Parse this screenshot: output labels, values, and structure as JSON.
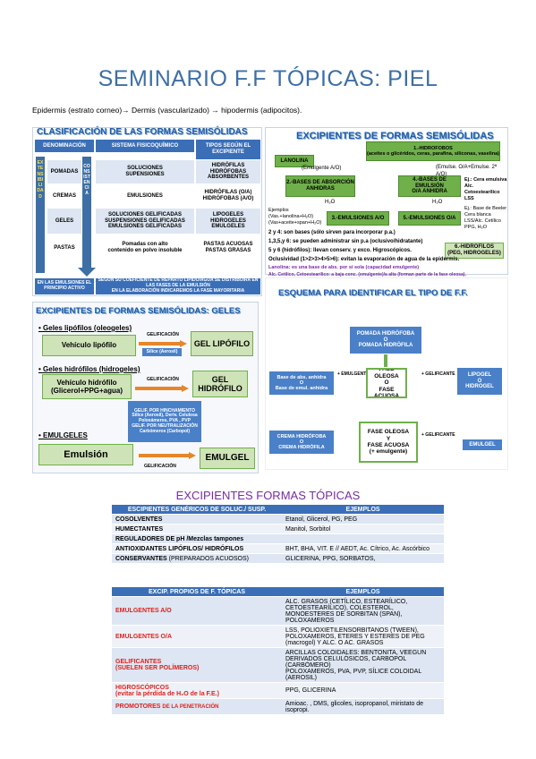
{
  "title": "SEMINARIO F.F TÓPICAS: PIEL",
  "intro": "Epidermis (estrato corneo)→ Dermis (vascularizado) → hipodermis (adipocitos).",
  "p1": {
    "title": "CLASIFICACIÓN DE LAS FORMAS SEMISÓLIDAS",
    "h_denominacion": "DENOMINACIÓN",
    "h_sistema": "SISTEMA FISICOQUÍMICO",
    "h_tipos": "TIPOS SEGÚN EL EXCIPIENTE",
    "extensibilidad": "EXTENSIBILIDAD",
    "consistencia": "CONSISTENCIA",
    "rows": [
      {
        "den": "POMADAS",
        "sis": "SOLUCIONES\nSUPENSIONES",
        "tip": "HIDRÓFILAS\nHIDRÓFOBAS\nABSORBENTES"
      },
      {
        "den": "CREMAS",
        "sis": "EMULSIONES",
        "tip": "HIDRÓFILAS (O/A)\nHIDRÓFOBAS (A/O)"
      },
      {
        "den": "GELES",
        "sis": "SOLUCIONES GELIFICADAS\nSUSPENSIONES GELIFICADAS\nEMULSIONES GELIFICADAS",
        "tip": "LIPOGELES\nHIDROGELES\nEMULGELES"
      },
      {
        "den": "PASTAS",
        "sis": "Pomadas con alto\ncontenido en polvo insoluble",
        "tip": "PASTAS ACUOSAS\nPASTAS GRASAS"
      }
    ],
    "foot1": "EN LAS EMULSIONES EL PRINCIPIO ACTIVO",
    "foot2": "SEGÚN SU COEFICIENTE DE REPARTO LÍPIDO/AGUA SE DISTRIBUIRÁ EN LAS FASES DE LA EMULSIÓN\nEN LA ELABORACIÓN INDICAREMOS LA FASE MAYORITARIA"
  },
  "p2": {
    "title": "EXCIPIENTES DE FORMAS SEMISÓLIDAS",
    "b1": "1.-HIDROFOBOS\n(aceites o glicéridos, ceras, parafina, siliconas, vaselina)",
    "lanolina": "LANOLINA",
    "emulgente": "(Emulgente A/O)",
    "emulse": "(Emulse. O/A+Emulse. 2ª A/O)",
    "b2": "2.-BASES DE ABSORCIÓN\nANHIDRAS",
    "b4": "4.-BASES DE EMULSIÓN\nO/A ANHIDRA",
    "ej1": "Ej.: Cera emulsiva\nAlc. Cetoestearílico\nLSS",
    "h2o1": "H₂O",
    "h2o2": "H₂O",
    "ejemplos": "Ejemplos\n(Vas.+lanolina+H₂O)\n(Vas+aceite+span+H₂O)",
    "b3": "3.-EMULSIONES A/O",
    "b5": "5.-EMULSIONES O/A",
    "ej2": "Ej.: Base de Beeler\nCera blanca\nLSS/Alc. Cetílico\nPPG, H₂O",
    "b6": "6.-HIDROFILOS\n(PEG, HIDROGELES)",
    "n1": "2 y 4: son bases (sólo sirven para incorporar p.a.)",
    "n2": "1,3,5,y 6: se pueden administrar sin p.a (oclusivo/hidratante)",
    "n3": "5 y 6 (hidrófilos): llevan conserv. y exco. Higroscópicos.",
    "n4": "Oclusividad (1>2>3>4>5>6): evitan la evaporación de agua de la epidermis.",
    "n5": "Lanolina: es una base de abs. por sí sola (capacidad emulgente)",
    "n6": "Alc. Cetílico, Cetoestearílico: a baja conc. (emulgente)/a alta (forman parte de la fase oleosa)."
  },
  "p3": {
    "title": "EXCIPIENTES DE FORMAS SEMISÓLIDAS: GELES",
    "s1": "• Geles lipófilos (oleogeles)",
    "veh1": "Vehículo lipófilo",
    "gel1": "GELIFICACIÓN",
    "sil": "Sílice (Aerosil)",
    "r1": "GEL LIPÓFILO",
    "s2": "• Geles hidrófilos (hidrogeles)",
    "veh2": "Vehículo hidrófilo\n(Glicerol+PPG+agua)",
    "gel2": "GELIFICACIÓN",
    "r2": "GEL\nHIDRÓFILO",
    "blue": "GELIF. POR HINCHAMIENTO\nSílice (Aerosil), Deriv. Celulosa\nPoloxámeros, PVA , PVP\nGELIF. POR NEUTRALIZACIÓN\nCarbómeros (Carbopol)",
    "s3": "• EMULGELES",
    "emul": "Emulsión",
    "gel3": "GELIFICACIÓN",
    "r3": "EMULGEL"
  },
  "p4": {
    "title": "ESQUEMA PARA IDENTIFICAR EL TIPO DE F.F.",
    "top": "POMADA HIDRÓFOBA\nO\nPOMADA HIDRÓFILA",
    "left": "Base de abs. anhidra\nO\nBase de emul. anhidra",
    "emg1": "+ EMULGENTE",
    "center": "FASE OLEOSA\nO\nFASE ACUOSA",
    "gelif1": "+ GELIFICANTE",
    "right": "LIPOGEL\nO\nHIDROGEL",
    "crema": "CREMA HIDRÓFOBA\nO\nCREMA HIDRÓFILA",
    "center2": "FASE OLEOSA\nY\nFASE ACUOSA\n(+ emulgente)",
    "gelif2": "+ GELIFICANTE",
    "emulgel": "EMULGEL"
  },
  "table1": {
    "title": "EXCIPIENTES FORMAS TÓPICAS",
    "h1": "ESCIPIENTES GENÉRICOS DE SOLUC./ SUSP.",
    "h2": "EJEMPLOS",
    "rows": [
      {
        "a": "COSOLVENTES",
        "b": "Etanol, Glicerol, PG, PEG"
      },
      {
        "a": "HUMECTANTES",
        "b": "Manitol, Sorbitol"
      },
      {
        "a": "REGULADORES DE pH /Mezclas tampones",
        "b": ""
      },
      {
        "a": "ANTIOXIDANTES LIPÓFILOS/ HIDRÓFILOS",
        "b": "BHT, BHA, VIT. E // AEDT, Ac. Cítrico, Ac. Ascórbico"
      },
      {
        "a": "CONSERVANTES",
        "a2": "(PREPARADOS ACUOSOS)",
        "b": "GLICERINA, PPG, SORBATOS,"
      }
    ]
  },
  "table2": {
    "h1": "EXCIP. PROPIOS DE F. TÓPICAS",
    "h2": "EJEMPLOS",
    "rows": [
      {
        "a": "EMULGENTES A/O",
        "b": "ALC. GRASOS (CETÍLICO, ESTEARÍLICO, CETOESTEARÍLICO), COLESTEROL, MONOESTERES DE SORBITAN (SPAN), POLOXAMEROS"
      },
      {
        "a": "EMULGENTES O/A",
        "b": "LSS, POLIOXIETILENSORBITANOS (TWEEN), POLOXAMEROS, ETERES Y ESTERES DE PEG (macrogol) Y ALC. O AC. GRASOS"
      },
      {
        "a": "GELIFICANTES\n(SUELEN SER POLÍMEROS)",
        "b": "ARCILLAS COLOIDALES: BENTONITA, VEEGUN\nDERIVADOS CELULÓSICOS, CARBOPOL (CARBÓMERO)\nPOLOXAMEROS, PVA, PVP, SÍLICE COLOIDAL (AEROSIL)"
      },
      {
        "a": "HIGROSCÓPICOS\n(evitar la pérdida de H₂O de la F.E.)",
        "b": "PPG, GLICERINA"
      },
      {
        "a": "PROMOTORES",
        "a2": "DE LA PENETRACIÓN",
        "b": "Amioac. , DMS, glicoles, isopropanol, miristato de isopropi."
      }
    ]
  }
}
